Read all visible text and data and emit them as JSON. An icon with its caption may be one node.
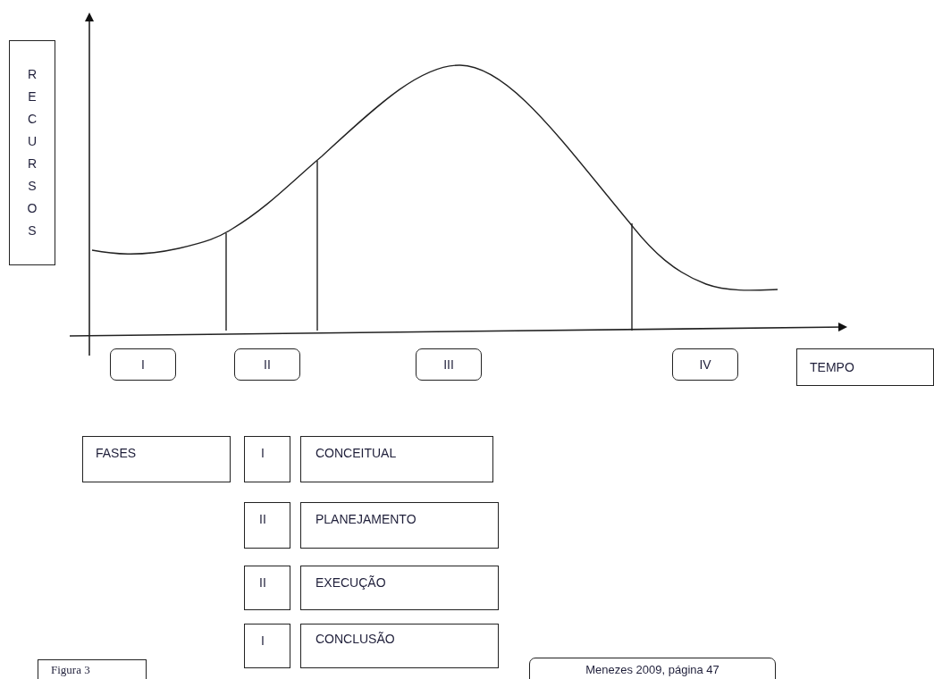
{
  "diagram": {
    "nodes": [
      {
        "text": [
          "RECURSOS"
        ]
      },
      {
        "text": [
          "I"
        ]
      },
      {
        "text": [
          "II"
        ]
      },
      {
        "text": [
          "III"
        ]
      },
      {
        "text": [
          "IV"
        ]
      },
      {
        "text": [
          "TEMPO"
        ]
      },
      {
        "text": [
          "FASES"
        ]
      },
      {
        "text": [
          "I"
        ]
      },
      {
        "text": [
          "CONCEITUAL"
        ]
      },
      {
        "text": [
          "II"
        ]
      },
      {
        "text": [
          "PLANEJAMENTO"
        ]
      },
      {
        "text": [
          "II"
        ]
      },
      {
        "text": [
          "EXECUÇÃO"
        ]
      },
      {
        "text": [
          "I"
        ]
      },
      {
        "text": [
          "CONCLUSÃO"
        ]
      },
      {
        "text": [
          "Figura 3"
        ]
      },
      {
        "text": [
          "Menezes 2009, página 47"
        ]
      }
    ],
    "edges": []
  }
}
